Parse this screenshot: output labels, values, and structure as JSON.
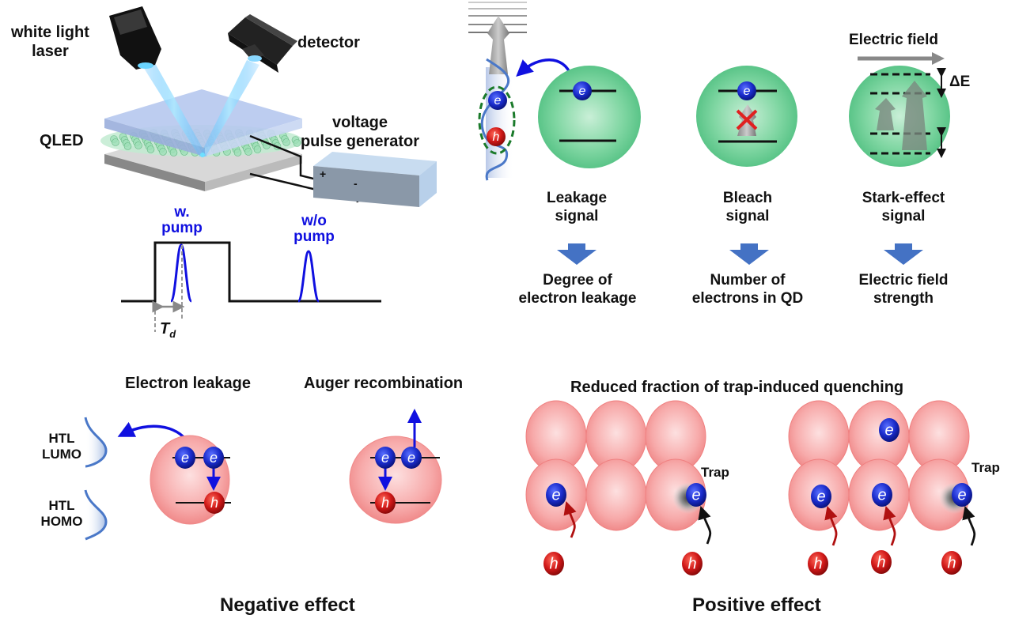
{
  "setup": {
    "laser_label_line1": "white light",
    "laser_label_line2": "laser",
    "detector_label": "detector",
    "qled_label": "QLED",
    "generator_label_line1": "voltage",
    "generator_label_line2": "pulse generator",
    "plus_sign": "+",
    "minus_sign": "-"
  },
  "pulse_timing": {
    "with_pump_line1": "w.",
    "with_pump_line2": "pump",
    "without_pump_line1": "w/o",
    "without_pump_line2": "pump",
    "delay_symbol": "T",
    "delay_subscript": "d"
  },
  "signals": {
    "electric_field_label": "Electric field",
    "delta_e_label": "ΔE",
    "electron_symbol": "e",
    "hole_symbol": "h",
    "items": [
      {
        "name_line1": "Leakage",
        "name_line2": "signal",
        "meaning_line1": "Degree of",
        "meaning_line2": "electron leakage"
      },
      {
        "name_line1": "Bleach",
        "name_line2": "signal",
        "meaning_line1": "Number of",
        "meaning_line2": "electrons in QD"
      },
      {
        "name_line1": "Stark-effect",
        "name_line2": "signal",
        "meaning_line1": "Electric field",
        "meaning_line2": "strength"
      }
    ]
  },
  "negative": {
    "electron_leakage_title": "Electron leakage",
    "auger_title": "Auger recombination",
    "htl_lumo_line1": "HTL",
    "htl_lumo_line2": "LUMO",
    "htl_homo_line1": "HTL",
    "htl_homo_line2": "HOMO",
    "caption": "Negative effect"
  },
  "positive": {
    "title": "Reduced fraction of trap-induced quenching",
    "trap_label": "Trap",
    "caption": "Positive effect"
  },
  "colors": {
    "electron": "#1020c0",
    "hole": "#d01010",
    "qd_green": "#5cc88c",
    "qd_pink": "#f4a0a0",
    "arrow_blue": "#4472c4",
    "pump_blue": "#1010e0",
    "cross_red": "#e02020"
  }
}
